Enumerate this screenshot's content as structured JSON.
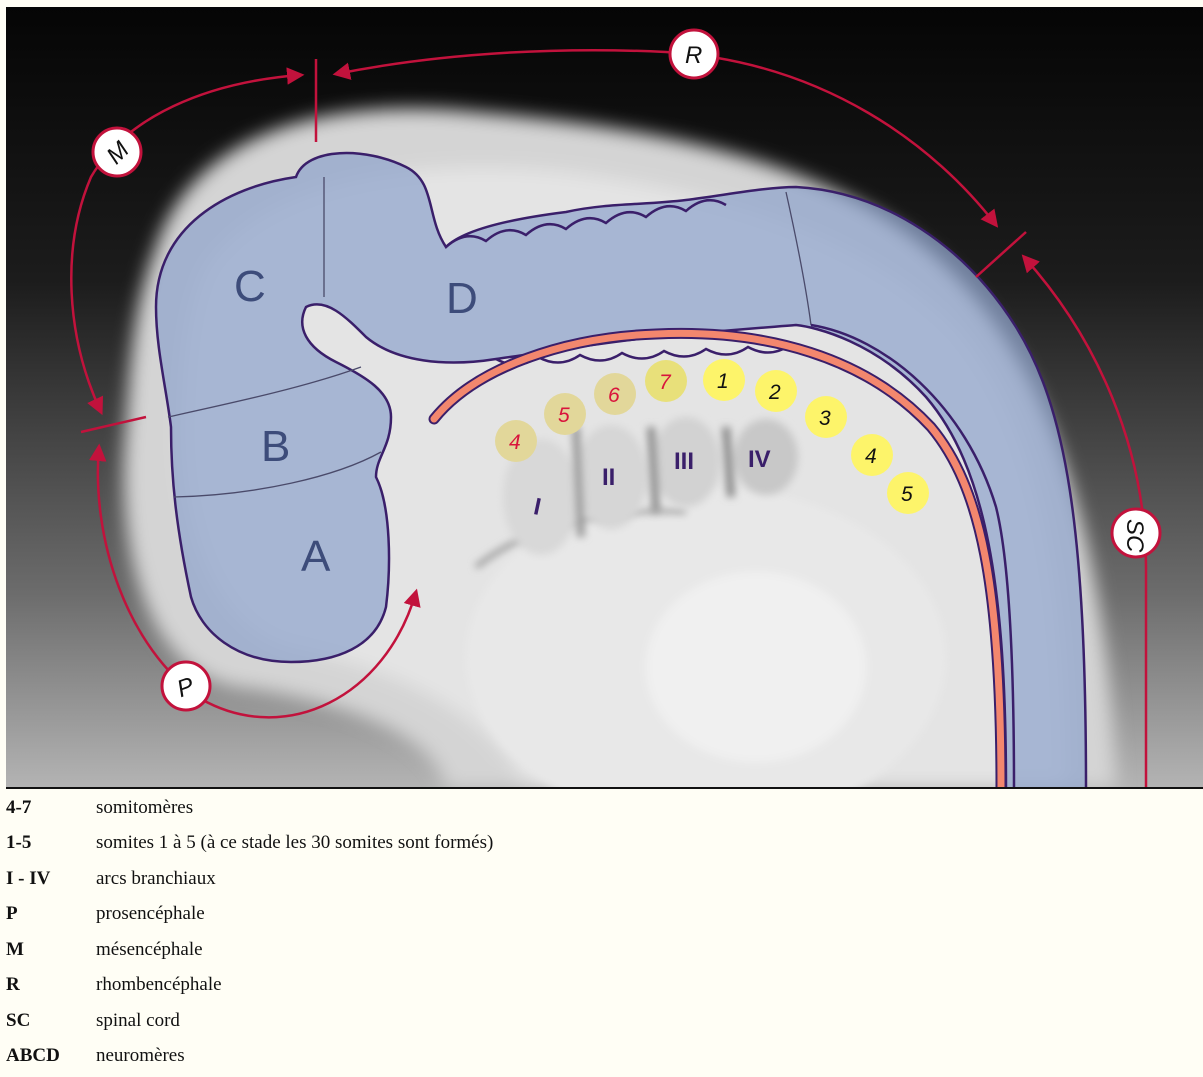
{
  "regions": {
    "R": "R",
    "M": "M",
    "P": "P",
    "SC": "SC"
  },
  "neuromeres": [
    "A",
    "B",
    "C",
    "D"
  ],
  "branchial_arches": [
    "I",
    "II",
    "III",
    "IV"
  ],
  "somitomeres": [
    "4",
    "5",
    "6",
    "7"
  ],
  "somites": [
    "1",
    "2",
    "3",
    "4",
    "5"
  ],
  "colors": {
    "arrow": "#c2123c",
    "outline": "#3a1f6a",
    "neural_fill": "#8fa4cc",
    "somite_yellow": "#fdf46a",
    "somitomere_fill": "#e2d79a",
    "somitomere_text": "#d9143c",
    "notochord": "#f3876e"
  },
  "legend": [
    {
      "code": "4-7",
      "desc": "somitomères"
    },
    {
      "code": "1-5",
      "desc": "somites 1 à 5 (à ce stade les 30 somites sont formés)"
    },
    {
      "code": "I - IV",
      "desc": "arcs branchiaux"
    },
    {
      "code": "P",
      "desc": "prosencéphale"
    },
    {
      "code": "M",
      "desc": "mésencéphale"
    },
    {
      "code": "R",
      "desc": "rhombencéphale"
    },
    {
      "code": "SC",
      "desc": "spinal cord"
    },
    {
      "code": "ABCD",
      "desc": "neuromères"
    }
  ]
}
